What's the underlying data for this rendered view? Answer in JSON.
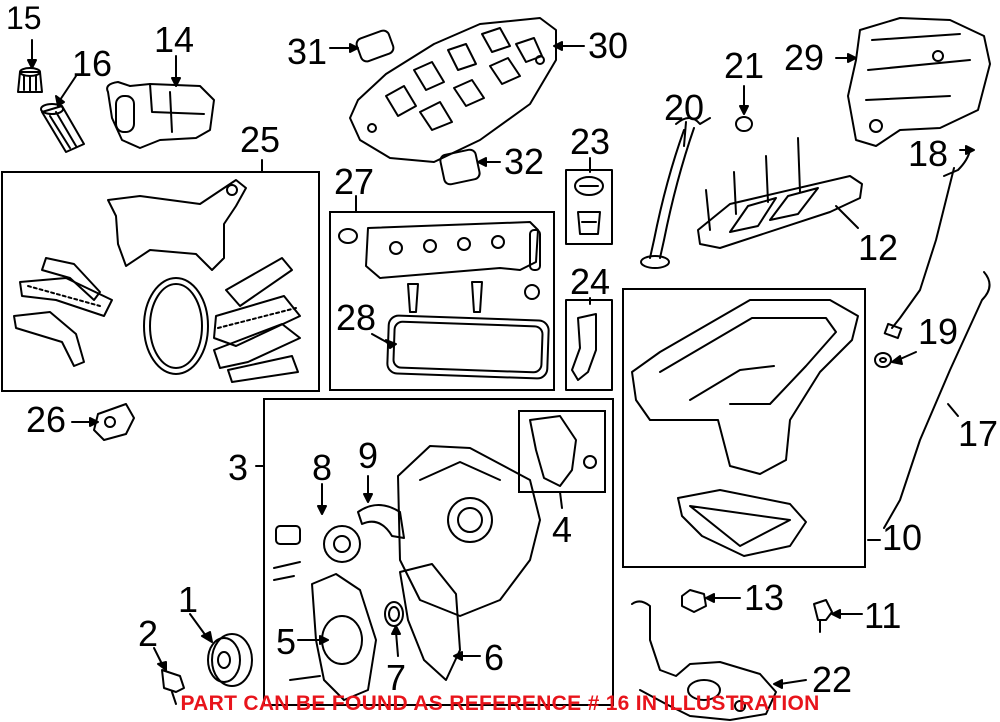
{
  "labels": {
    "l1": "1",
    "l2": "2",
    "l3": "3",
    "l4": "4",
    "l5": "5",
    "l6": "6",
    "l7": "7",
    "l8": "8",
    "l9": "9",
    "l10": "10",
    "l11": "11",
    "l12": "12",
    "l13": "13",
    "l14": "14",
    "l15": "15",
    "l16": "16",
    "l17": "17",
    "l18": "18",
    "l19": "19",
    "l20": "20",
    "l21": "21",
    "l22": "22",
    "l23": "23",
    "l24": "24",
    "l25": "25",
    "l26": "26",
    "l27": "27",
    "l28": "28",
    "l29": "29",
    "l30": "30",
    "l31": "31",
    "l32": "32"
  },
  "footer_note": "PART CAN BE FOUND AS REFERENCE # 16 IN ILLUSTRATION",
  "colors": {
    "line": "#000000",
    "note": "#e8141b"
  }
}
